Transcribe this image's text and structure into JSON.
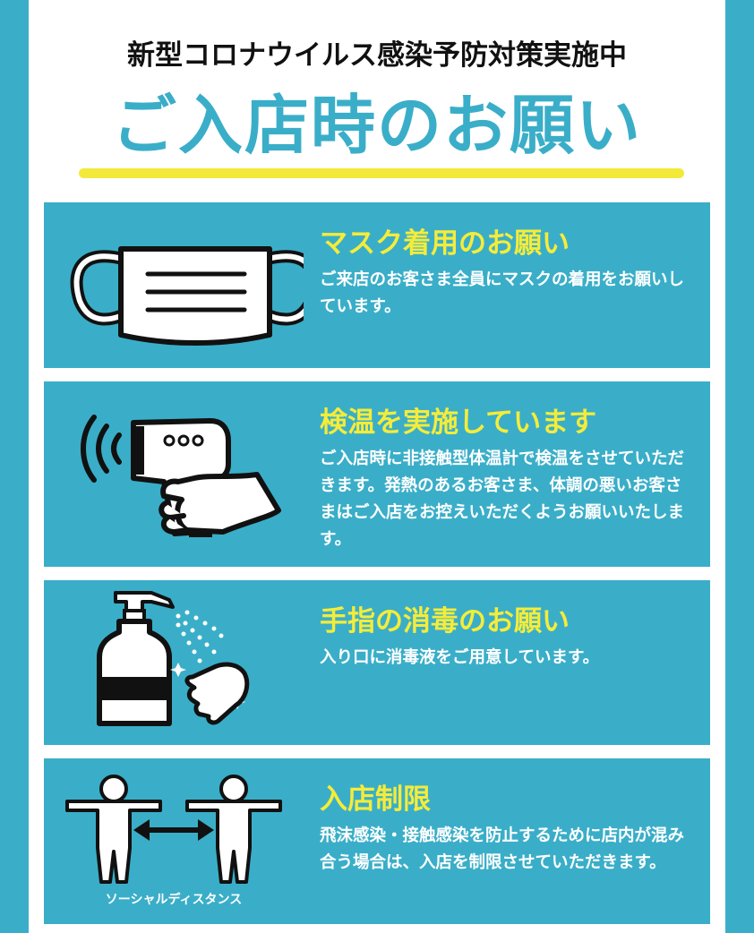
{
  "header": {
    "subtitle": "新型コロナウイルス感染予防対策実施中",
    "title": "ご入店時のお願い"
  },
  "colors": {
    "accent": "#3aaec8",
    "highlight": "#f3e93b",
    "text_dark": "#111111"
  },
  "cards": [
    {
      "icon": "mask-icon",
      "heading": "マスク着用のお願い",
      "body": "ご来店のお客さま全員にマスクの着用をお願いしています。"
    },
    {
      "icon": "thermometer-icon",
      "heading": "検温を実施しています",
      "body": "ご入店時に非接触型体温計で検温をさせていただきます。発熱のあるお客さま、体調の悪いお客さまはご入店をお控えいただくようお願いいたします。"
    },
    {
      "icon": "sanitizer-icon",
      "heading": "手指の消毒のお願い",
      "body": "入り口に消毒液をご用意しています。"
    },
    {
      "icon": "social-distance-icon",
      "heading": "入店制限",
      "body": "飛沫感染・接触感染を防止するために店内が混み合う場合は、入店を制限させていただきます。",
      "icon_label": "ソーシャルディスタンス"
    }
  ]
}
